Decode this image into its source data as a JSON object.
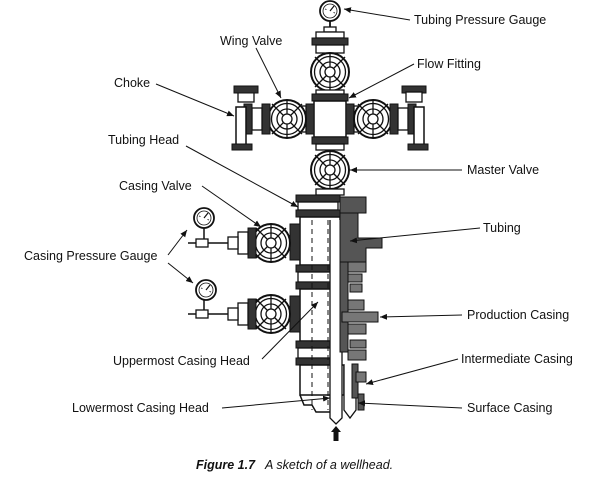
{
  "labels": {
    "tubing_pressure_gauge": "Tubing Pressure Gauge",
    "wing_valve": "Wing Valve",
    "flow_fitting": "Flow Fitting",
    "choke": "Choke",
    "tubing_head": "Tubing Head",
    "master_valve": "Master Valve",
    "casing_valve": "Casing Valve",
    "tubing": "Tubing",
    "casing_pressure_gauge": "Casing Pressure Gauge",
    "production_casing": "Production Casing",
    "uppermost_casing_head": "Uppermost Casing Head",
    "intermediate_casing": "Intermediate Casing",
    "lowermost_casing_head": "Lowermost Casing Head",
    "surface_casing": "Surface Casing"
  },
  "caption": {
    "figure_number": "Figure 1.7",
    "text": "A sketch of a wellhead."
  }
}
